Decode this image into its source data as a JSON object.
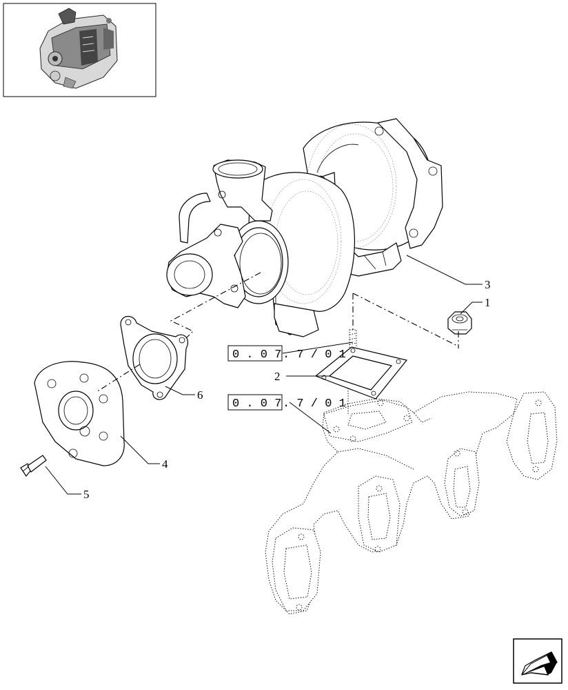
{
  "diagram": {
    "callouts": [
      {
        "id": "1",
        "label": "1"
      },
      {
        "id": "2",
        "label": "2"
      },
      {
        "id": "3",
        "label": "3"
      },
      {
        "id": "4",
        "label": "4"
      },
      {
        "id": "5",
        "label": "5"
      },
      {
        "id": "6",
        "label": "6"
      }
    ],
    "cross_references": [
      {
        "boxed": "0 . 0 7",
        "suffix": ". 7 / 0 1"
      },
      {
        "boxed": "0 . 0 7",
        "suffix": ". 7 / 0 1"
      }
    ]
  },
  "navigation": {
    "next_icon": "arrow-icon"
  }
}
